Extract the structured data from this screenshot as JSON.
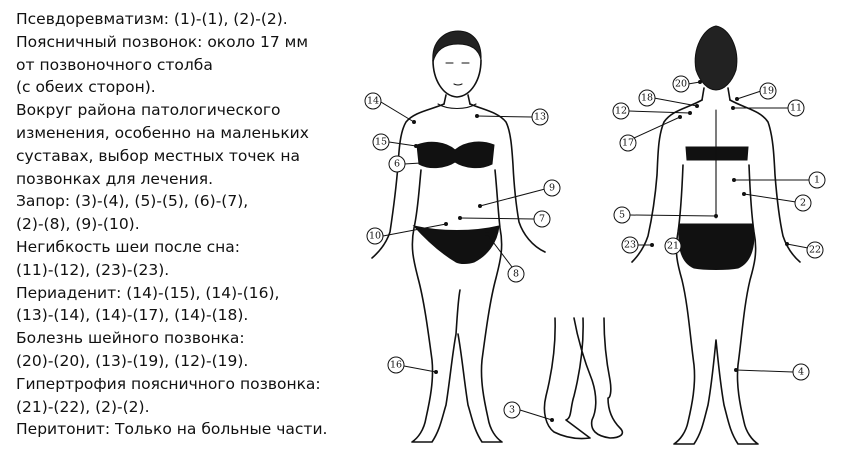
{
  "text_lines": [
    "Псевдоревматизм: (1)-(1),  (2)-(2).",
    "Поясничный позвонок: около 17 мм",
    "от позвоночного столба",
    "(с обеих сторон).",
    "Вокруг района патологического",
    "изменения, особенно на маленьких",
    "суставах, выбор местных точек на",
    "позвонках для лечения.",
    "Запор: (3)-(4), (5)-(5), (6)-(7),",
    "(2)-(8), (9)-(10).",
    "Негибкость шеи после сна:",
    "(11)-(12), (23)-(23).",
    "Периаденит:  (14)-(15), (14)-(16),",
    "(13)-(14), (14)-(17), (14)-(18).",
    "Болезнь шейного позвонка:",
    "(20)-(20), (13)-(19), (12)-(19).",
    "Гипертрофия поясничного позвонка:",
    "(21)-(22), (2)-(2).",
    "Перитонит: Только на больные части."
  ],
  "markers": {
    "m1": "1",
    "m2": "2",
    "m3": "3",
    "m4": "4",
    "m5": "5",
    "m6": "6",
    "m7": "7",
    "m8": "8",
    "m9": "9",
    "m10": "10",
    "m11": "11",
    "m12": "12",
    "m13": "13",
    "m14": "14",
    "m15": "15",
    "m16": "16",
    "m17": "17",
    "m18": "18",
    "m19": "19",
    "m20": "20",
    "m21": "21",
    "m22": "22",
    "m23": "23"
  }
}
